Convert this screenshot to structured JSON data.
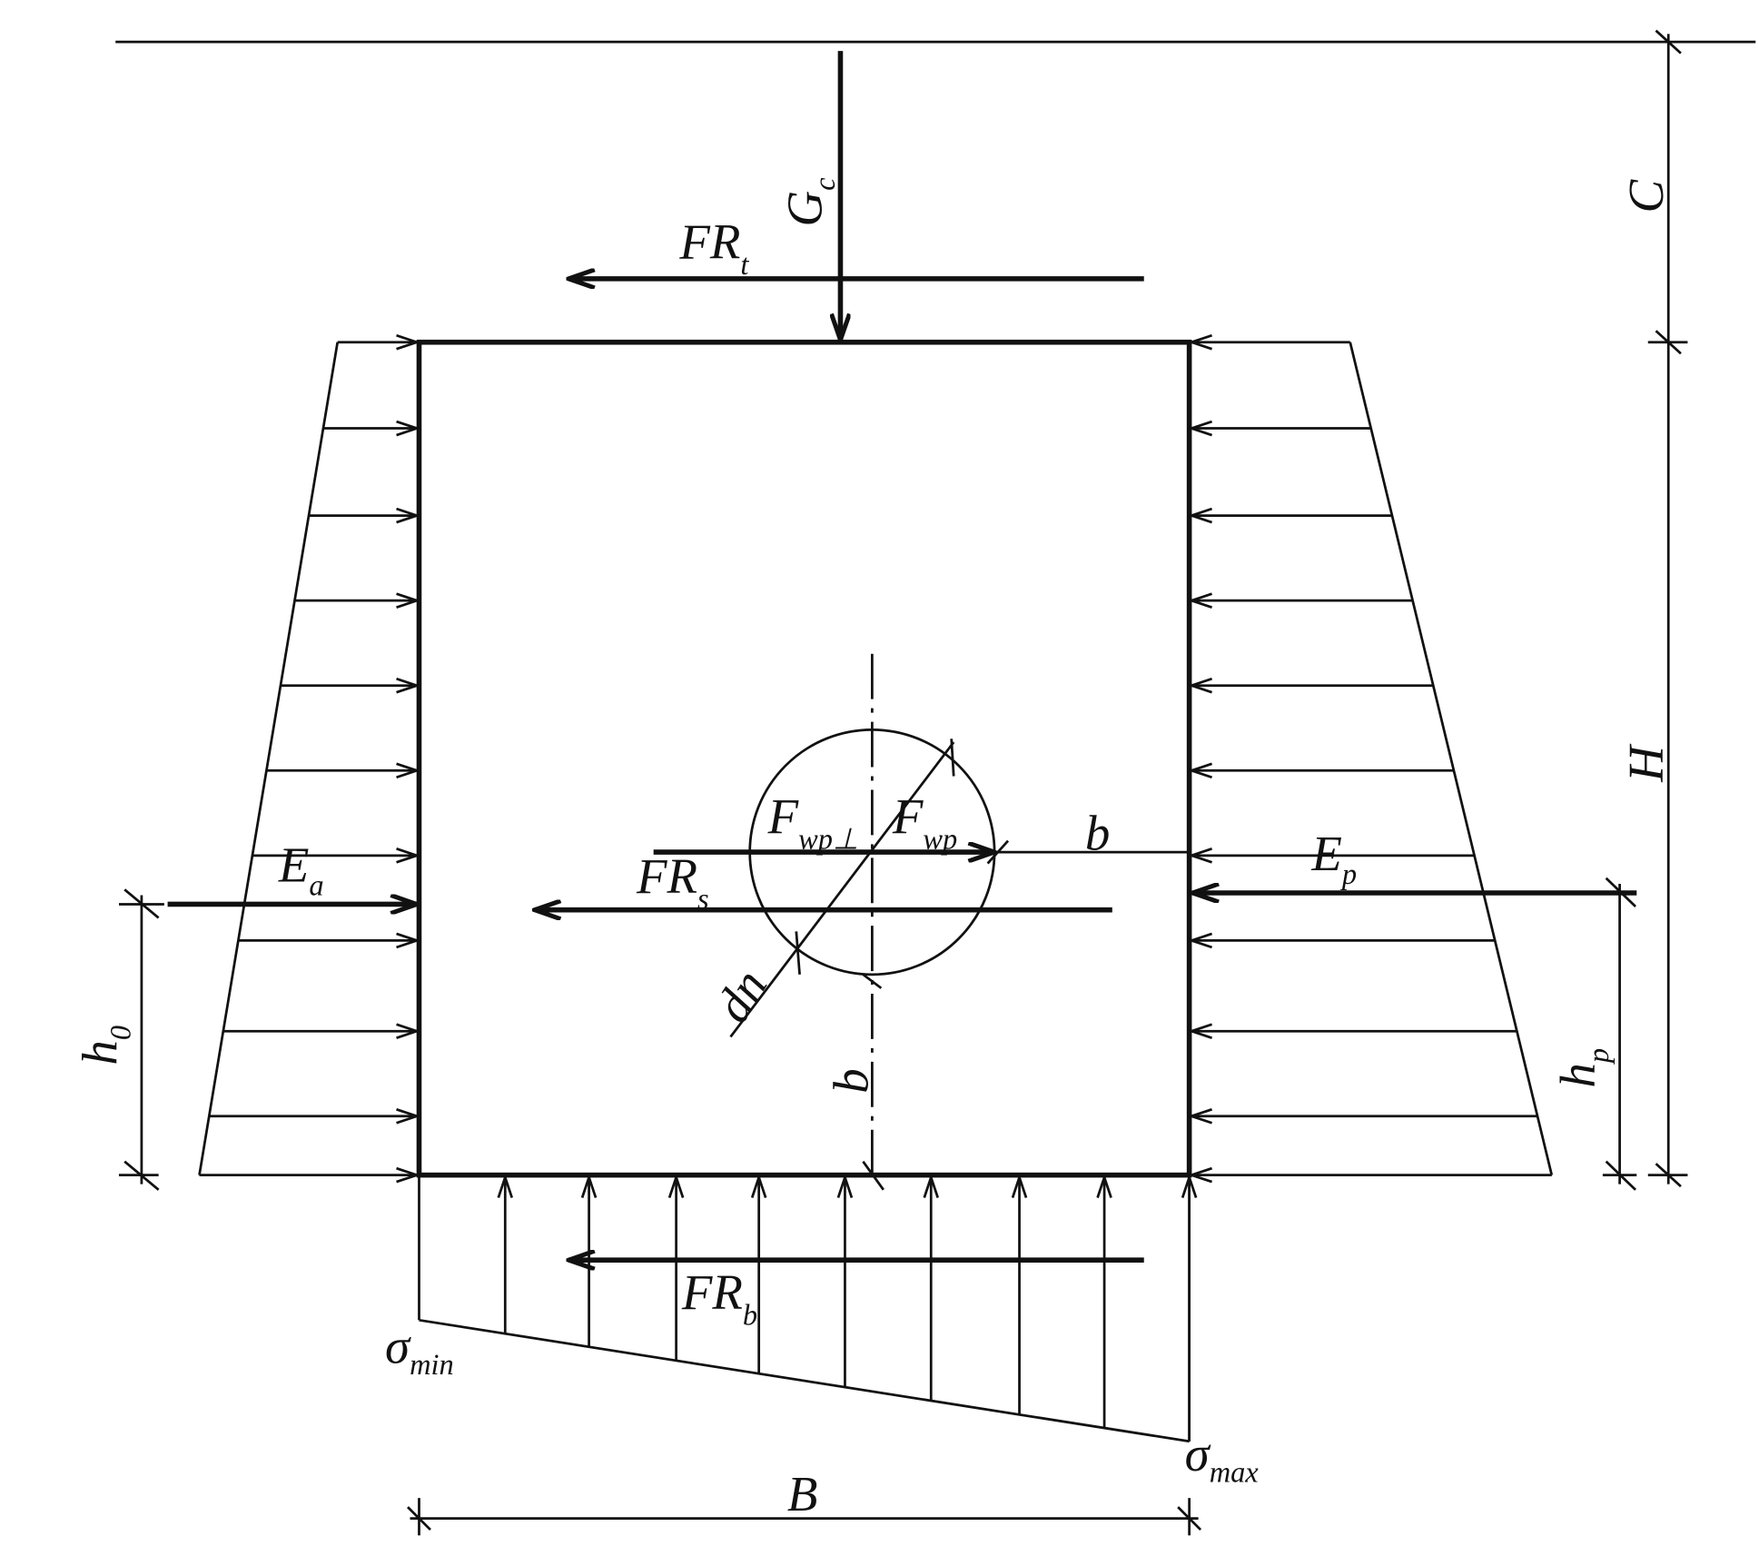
{
  "labels": {
    "gc": {
      "main": "G",
      "sub": "c"
    },
    "frt": {
      "main": "FR",
      "sub": "t"
    },
    "c": "C",
    "h": "H",
    "ea": {
      "main": "E",
      "sub": "a"
    },
    "ep": {
      "main": "E",
      "sub": "p"
    },
    "frs": {
      "main": "FR",
      "sub": "s"
    },
    "fwp_perp": {
      "main": "F",
      "sub": "wp⊥"
    },
    "fwp": {
      "main": "F",
      "sub": "wp"
    },
    "b_horizontal": "b",
    "b_vertical": "b",
    "dn": "dn",
    "h0": {
      "main": "h",
      "sub": "0"
    },
    "hp": {
      "main": "h",
      "sub": "p"
    },
    "frb": {
      "main": "FR",
      "sub": "b"
    },
    "sigma_min": {
      "main": "σ",
      "sub": "min"
    },
    "sigma_max": {
      "main": "σ",
      "sub": "max"
    },
    "b_width": "B"
  }
}
